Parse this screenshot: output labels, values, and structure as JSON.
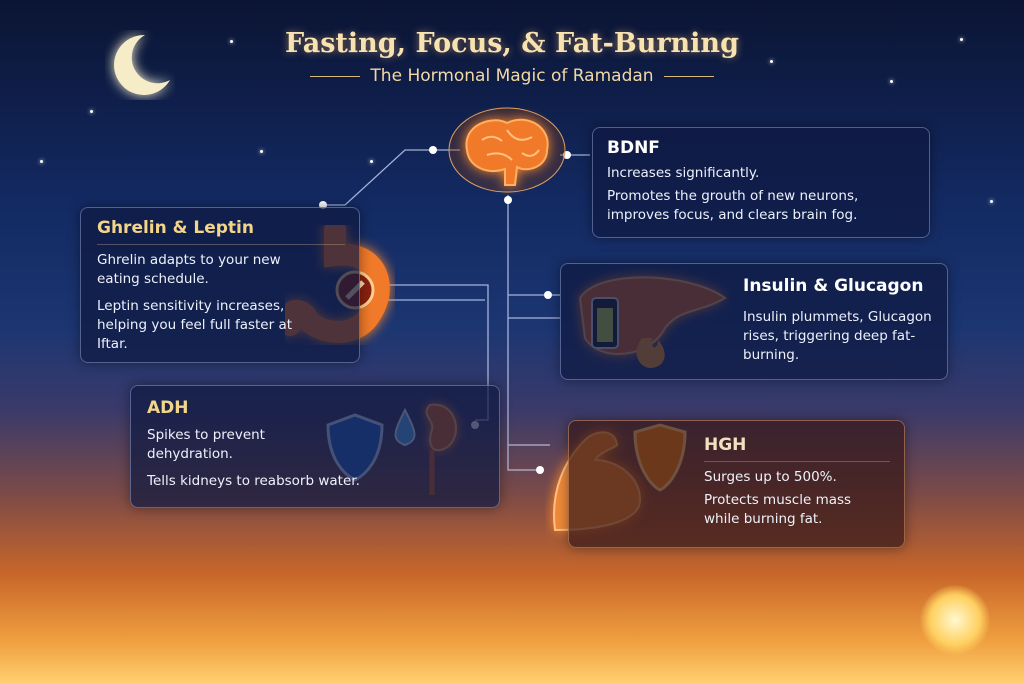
{
  "header": {
    "title": "Fasting, Focus, & Fat-Burning",
    "subtitle": "The Hormonal Magic of Ramadan"
  },
  "cards": {
    "bdnf": {
      "title": "BDNF",
      "lines": [
        "Increases significantly.",
        "Promotes the grouth of new neurons, improves focus, and clears brain fog."
      ]
    },
    "ghrelin": {
      "title": "Ghrelin & Leptin",
      "lines": [
        "Ghrelin adapts to your new eating schedule.",
        "Leptin sensitivity increases, helping you feel full faster at Iftar."
      ]
    },
    "insulin": {
      "title": "Insulin & Glucagon",
      "lines": [
        "Insulin plummets, Glucagon rises, triggering deep fat-burning."
      ]
    },
    "adh": {
      "title": "ADH",
      "lines": [
        "Spikes to prevent dehydration.",
        "Tells kidneys to reabsorb water."
      ]
    },
    "hgh": {
      "title": "HGH",
      "lines": [
        "Surges up to 500%.",
        "Protects muscle mass while burning fat."
      ]
    }
  },
  "icons": [
    "moon-icon",
    "brain-icon",
    "stomach-icon",
    "pancreas-icon",
    "kidneys-icon",
    "shield-icon",
    "water-drop-icon",
    "flexed-arm-icon",
    "sun-icon"
  ],
  "colors": {
    "accent": "#f3d58a",
    "glow": "#ff8a2a"
  }
}
